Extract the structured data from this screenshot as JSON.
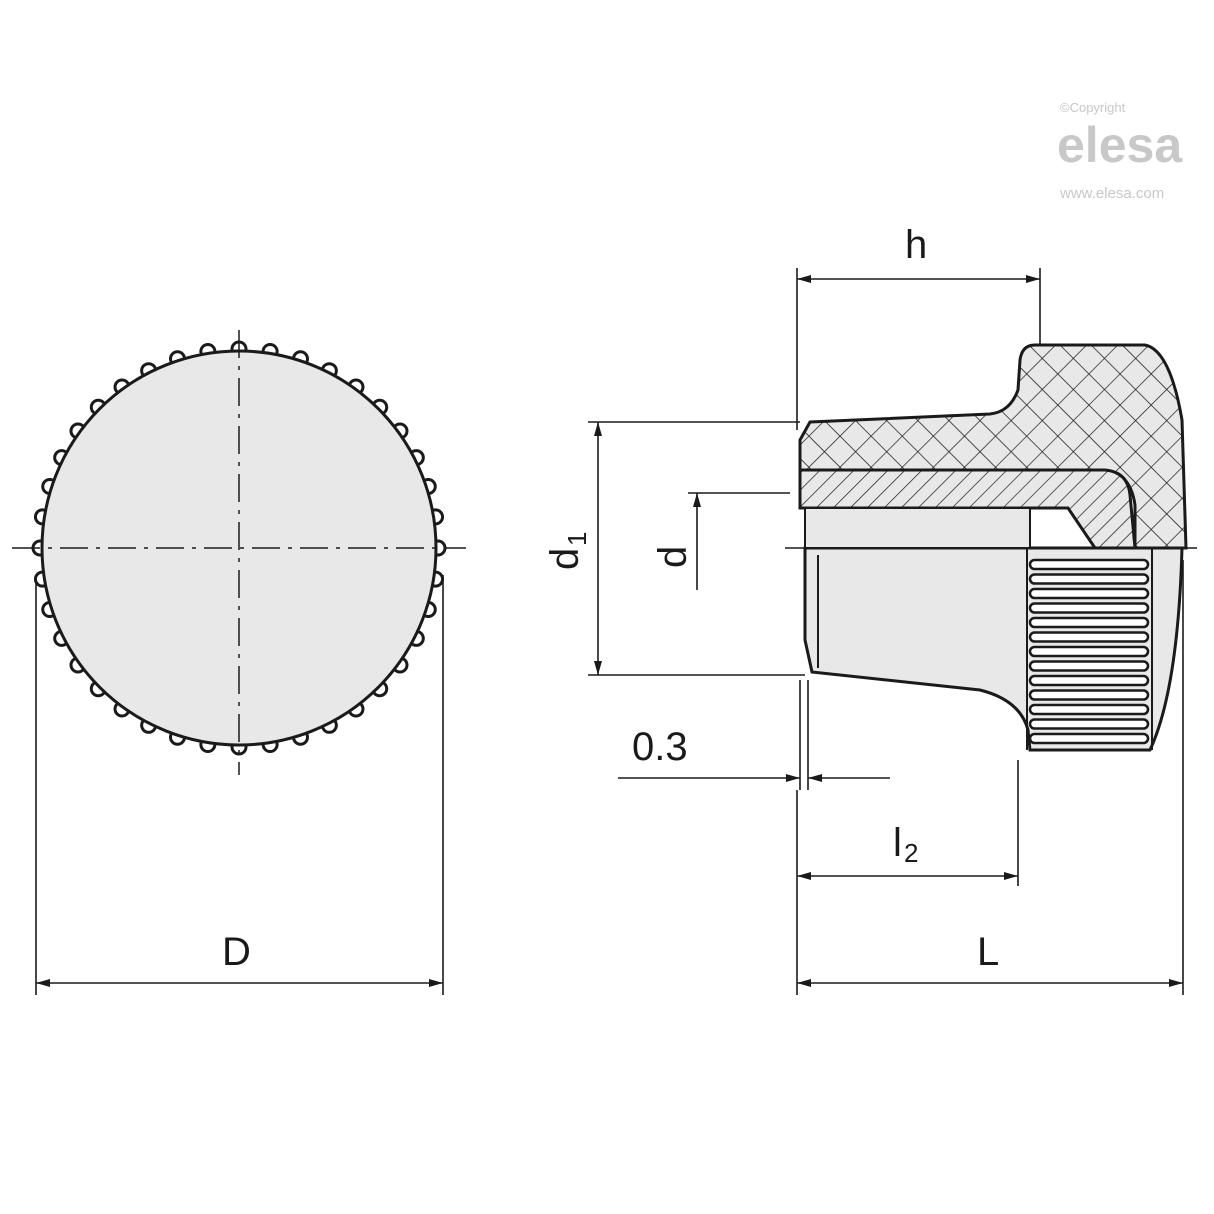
{
  "watermark": {
    "copyright": "©Copyright",
    "brand": "elesa",
    "url": "www.elesa.com"
  },
  "labels": {
    "D": "D",
    "L": "L",
    "h": "h",
    "d1_main": "d",
    "d1_sub": "1",
    "d": "d",
    "offset": "0.3",
    "l2_main": "l",
    "l2_sub": "2"
  },
  "colors": {
    "line": "#1a1a1a",
    "fill": "#e8e8e8",
    "watermark": "#c8c8c8"
  }
}
